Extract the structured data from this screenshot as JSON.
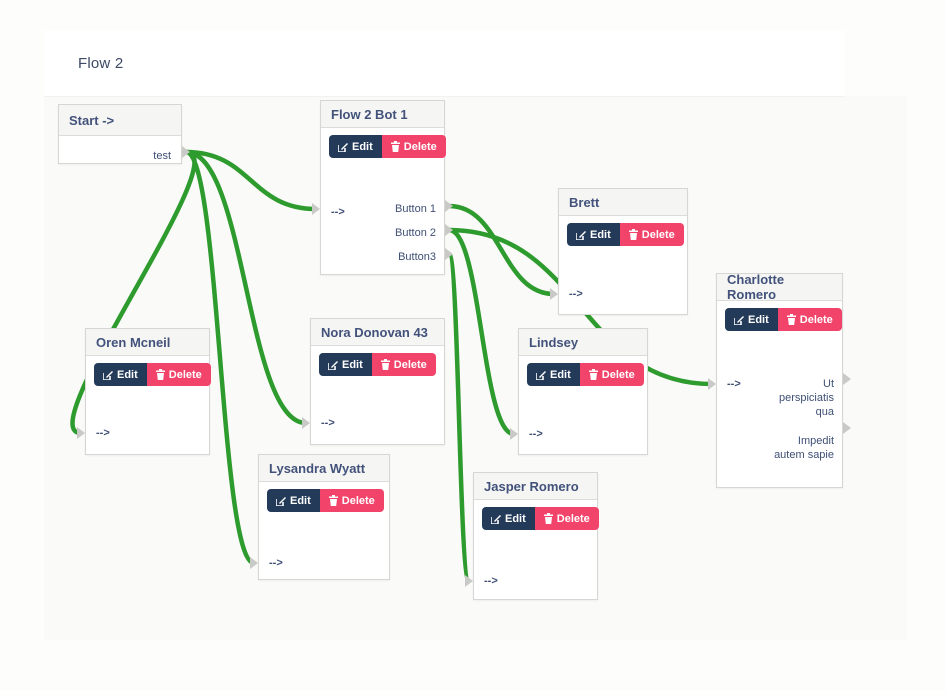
{
  "header": {
    "title": "Flow 2"
  },
  "buttons": {
    "edit": "Edit",
    "delete": "Delete"
  },
  "nodes": {
    "start": {
      "title": "Start ->",
      "output": "test"
    },
    "bot1": {
      "title": "Flow 2 Bot 1",
      "input": "-->",
      "outputs": [
        "Button 1",
        "Button 2",
        "Button3"
      ]
    },
    "brett": {
      "title": "Brett",
      "input": "-->"
    },
    "charlotte": {
      "title": "Charlotte Romero",
      "input": "-->",
      "outputs": [
        "Ut perspiciatis qua",
        "Impedit autem sapie"
      ]
    },
    "oren": {
      "title": "Oren Mcneil",
      "input": "-->"
    },
    "nora": {
      "title": "Nora Donovan 43",
      "input": "-->"
    },
    "lindsey": {
      "title": "Lindsey",
      "input": "-->"
    },
    "lysandra": {
      "title": "Lysandra Wyatt",
      "input": "-->"
    },
    "jasper": {
      "title": "Jasper Romero",
      "input": "-->"
    }
  },
  "connections": [
    {
      "from": "port-start-test",
      "to": "port-bot1-in"
    },
    {
      "from": "port-start-test",
      "to": "port-oren-in"
    },
    {
      "from": "port-start-test",
      "to": "port-nora-in"
    },
    {
      "from": "port-start-test",
      "to": "port-lysandra-in"
    },
    {
      "from": "port-bot1-out0",
      "to": "port-brett-in"
    },
    {
      "from": "port-bot1-out1",
      "to": "port-charlotte-in"
    },
    {
      "from": "port-bot1-out1",
      "to": "port-lindsey-in"
    },
    {
      "from": "port-bot1-out2",
      "to": "port-jasper-in"
    }
  ],
  "colors": {
    "connection": "#2e9b2e",
    "edit_button": "#233a59",
    "delete_button": "#f2436a",
    "header_text": "#42527b"
  }
}
